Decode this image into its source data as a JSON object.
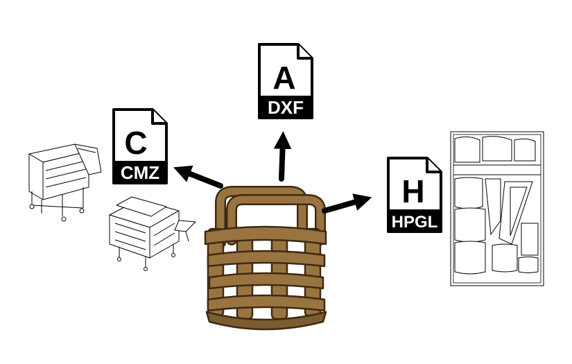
{
  "formats": {
    "cmz": {
      "glyph": "C",
      "label": "CMZ",
      "icon": "file-icon"
    },
    "dxf": {
      "glyph": "A",
      "label": "DXF",
      "icon": "file-icon"
    },
    "hpgl": {
      "glyph": "H",
      "label": "HPGL",
      "icon": "file-icon"
    }
  },
  "colors": {
    "basket_fill": "#9a7440",
    "basket_dark": "#5c4020",
    "ink": "#000000",
    "paper": "#ffffff"
  }
}
